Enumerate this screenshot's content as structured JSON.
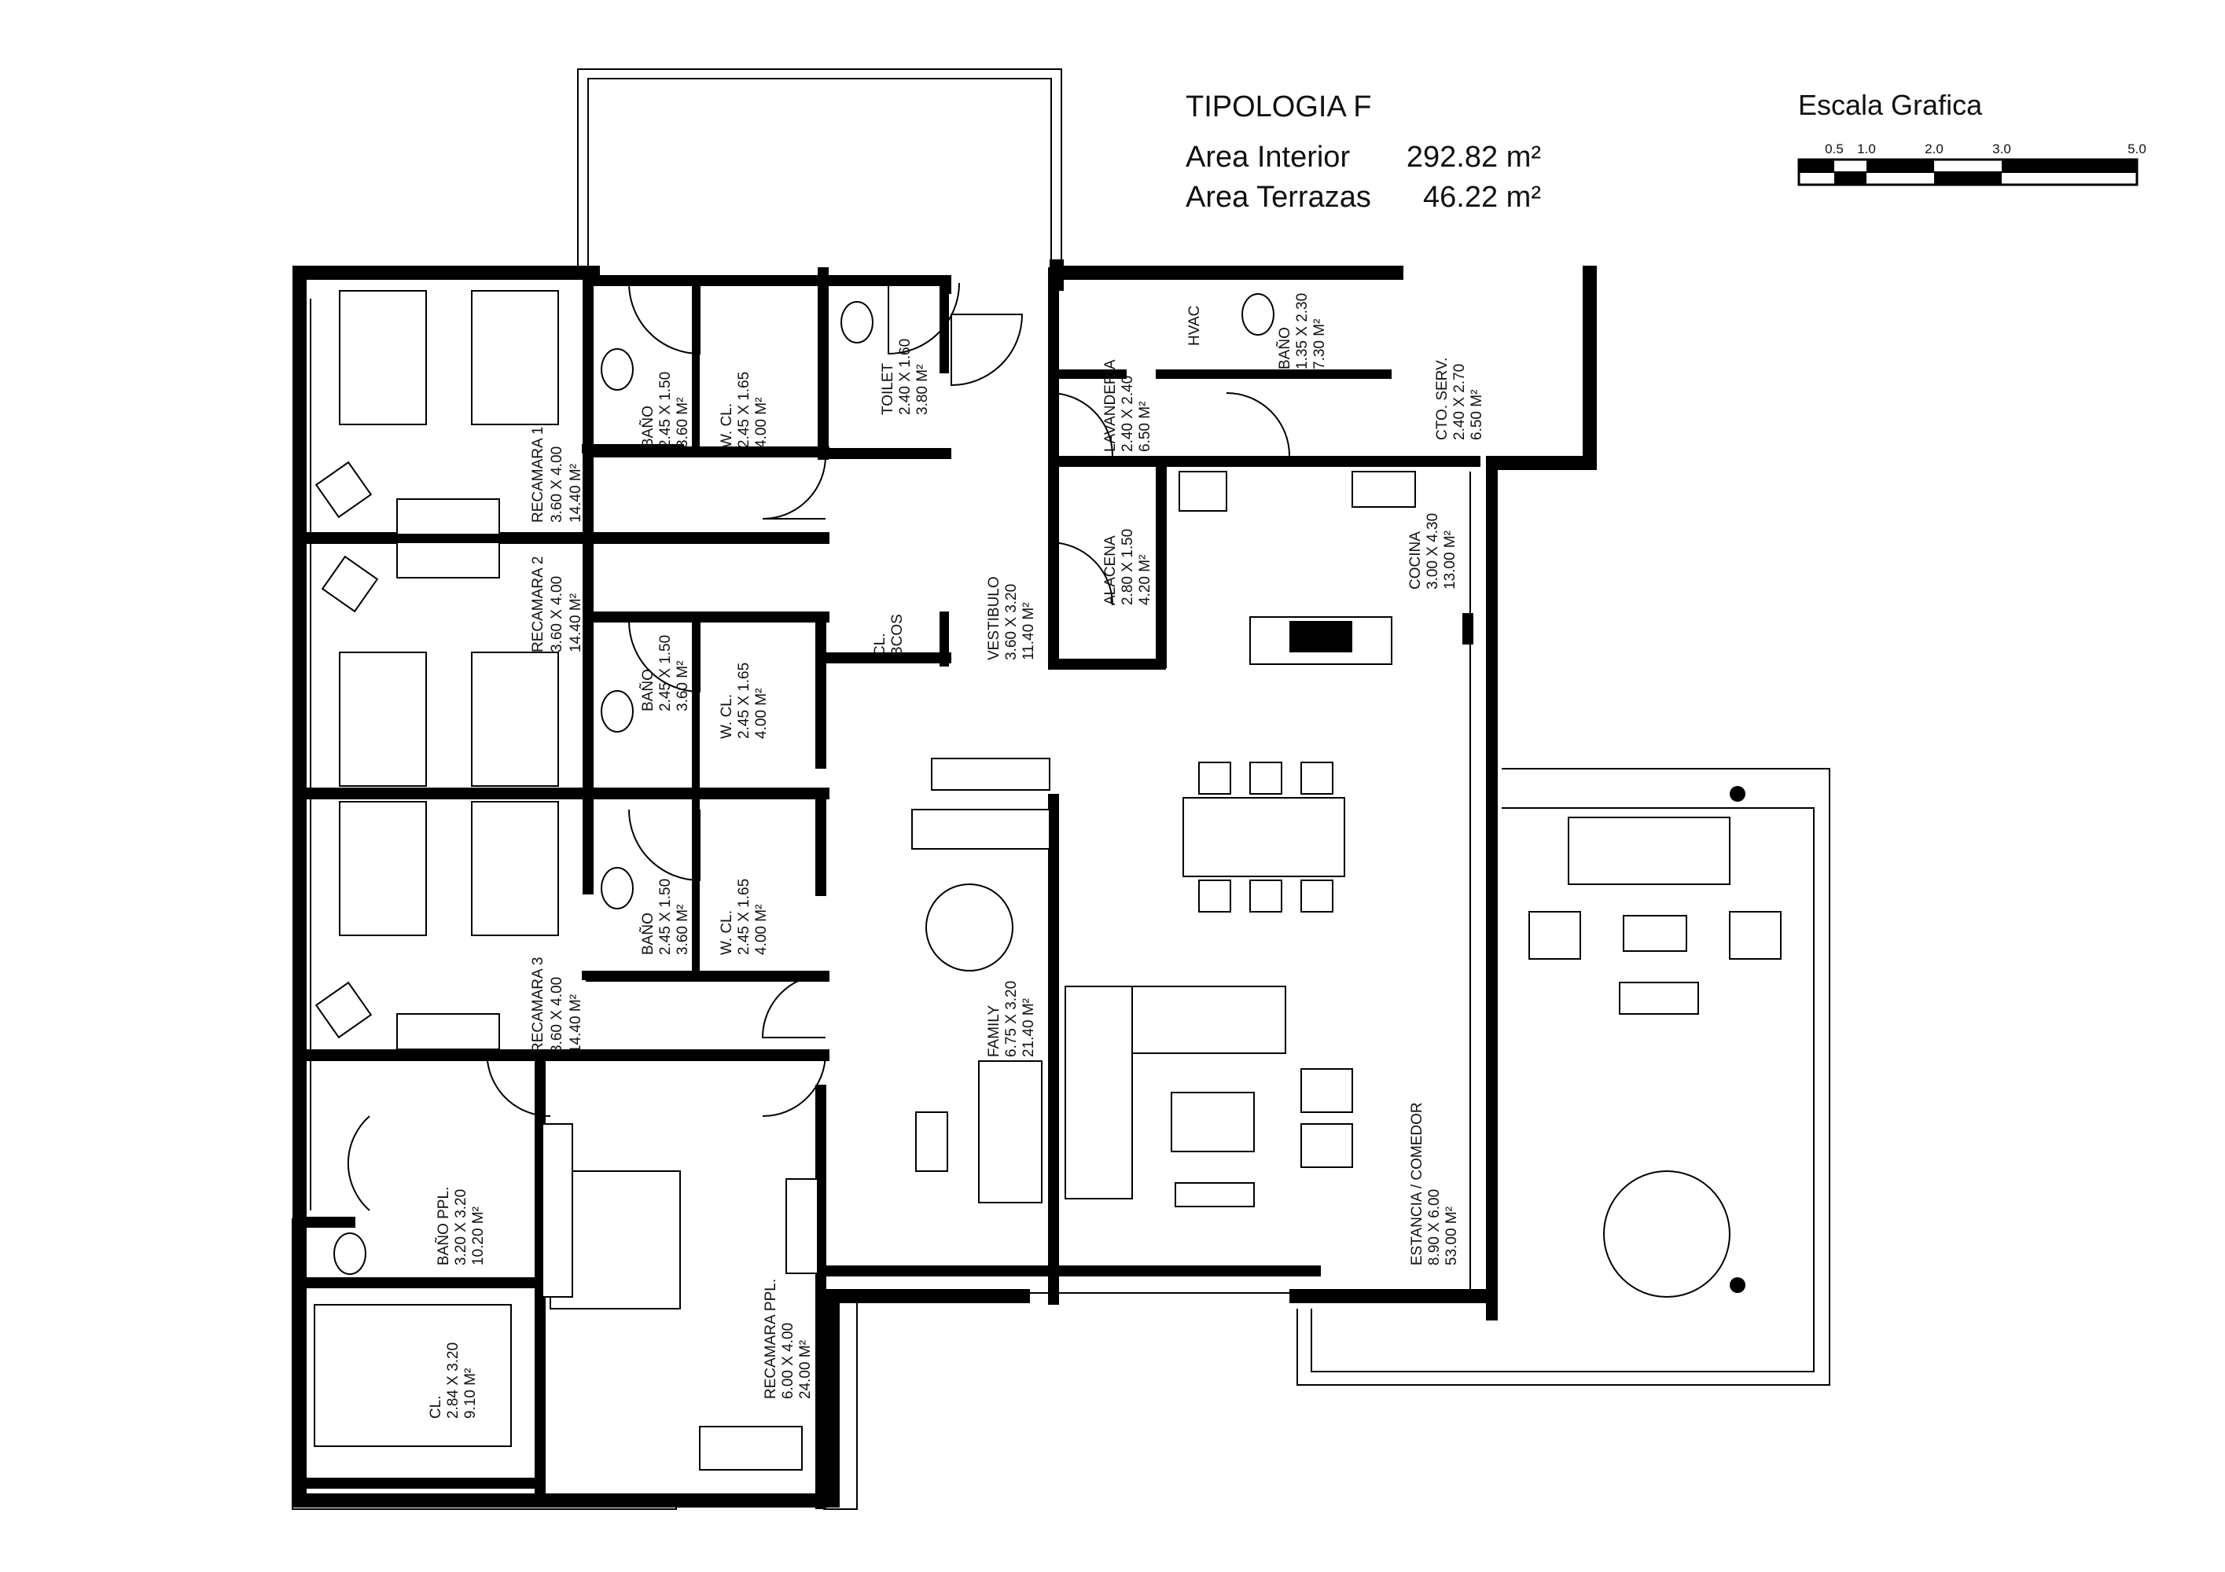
{
  "header": {
    "title": "TIPOLOGIA F",
    "area_interior_label": "Area Interior",
    "area_interior_value": "292.82 m²",
    "area_terrazas_label": "Area Terrazas",
    "area_terrazas_value": "46.22 m²"
  },
  "scale": {
    "title": "Escala Grafica",
    "ticks": [
      "0.5",
      "1.0",
      "2.0",
      "3.0",
      "5.0"
    ]
  },
  "rooms": {
    "recamara1": [
      "RECAMARA 1",
      "3.60 X 4.00",
      "14.40 M²"
    ],
    "recamara2": [
      "RECAMARA 2",
      "3.60 X 4.00",
      "14.40 M²"
    ],
    "recamara3": [
      "RECAMARA 3",
      "3.60 X 4.00",
      "14.40 M²"
    ],
    "bano1": [
      "BAÑO",
      "2.45 X 1.50",
      "3.60 M²"
    ],
    "bano2": [
      "BAÑO",
      "2.45 X 1.50",
      "3.60 M²"
    ],
    "bano3": [
      "BAÑO",
      "2.45 X 1.50",
      "3.60 M²"
    ],
    "wcl1": [
      "W. CL.",
      "2.45 X 1.65",
      "4.00 M²"
    ],
    "wcl2": [
      "W. CL.",
      "2.45 X 1.65",
      "4.00 M²"
    ],
    "wcl3": [
      "W. CL.",
      "2.45 X 1.65",
      "4.00 M²"
    ],
    "toilet": [
      "TOILET",
      "2.40 X 1.60",
      "3.80 M²"
    ],
    "clbcos": [
      "CL.",
      "BCOS"
    ],
    "vestibulo": [
      "VESTIBULO",
      "3.60 X 3.20",
      "11.40 M²"
    ],
    "lavanderia": [
      "LAVANDERIA",
      "2.40 X 2.40",
      "6.50 M²"
    ],
    "hvac": [
      "HVAC"
    ],
    "bano_serv": [
      "BAÑO",
      "1.35 X 2.30",
      "7.30 M²"
    ],
    "cto_serv": [
      "CTO. SERV.",
      "2.40 X 2.70",
      "6.50 M²"
    ],
    "alacena": [
      "ALACENA",
      "2.80 X 1.50",
      "4.20 M²"
    ],
    "cocina": [
      "COCINA",
      "3.00 X 4.30",
      "13.00 M²"
    ],
    "family": [
      "FAMILY",
      "6.75 X 3.20",
      "21.40 M²"
    ],
    "estancia": [
      "ESTANCIA / COMEDOR",
      "8.90 X 6.00",
      "53.00 M²"
    ],
    "bano_ppl": [
      "BAÑO PPL.",
      "3.20 X 3.20",
      "10.20 M²"
    ],
    "cl_ppl": [
      "CL.",
      "2.84 X 3.20",
      "9.10 M²"
    ],
    "recamara_ppl": [
      "RECAMARA PPL.",
      "6.00 X 4.00",
      "24.00 M²"
    ]
  }
}
